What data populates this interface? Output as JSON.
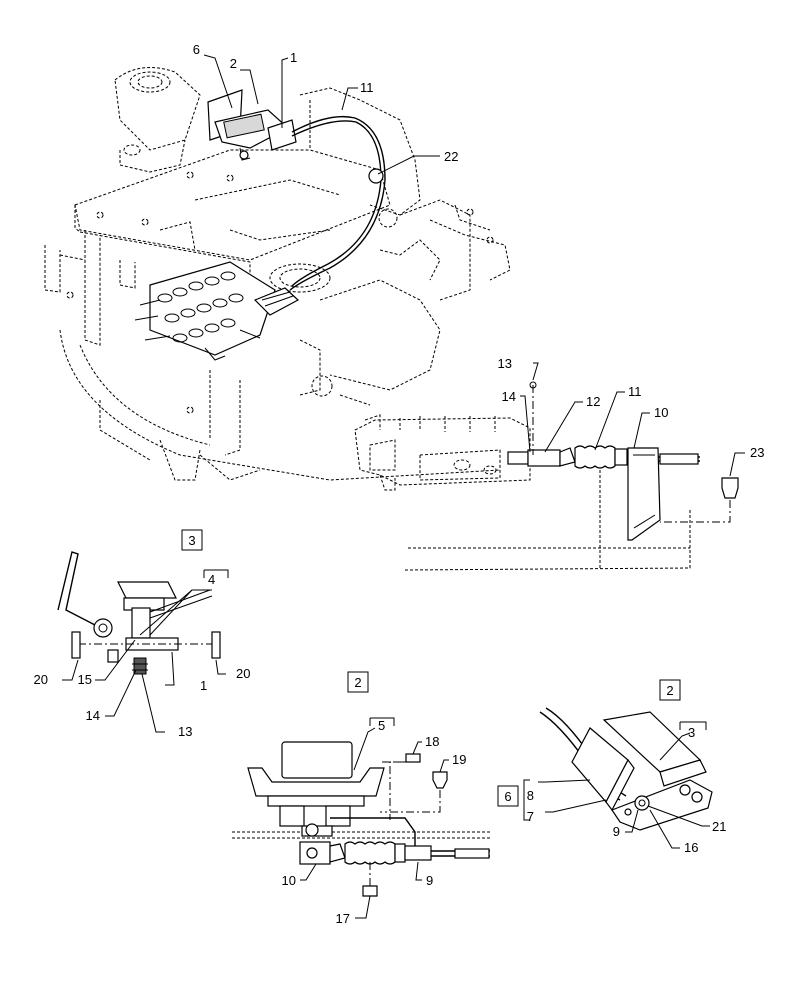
{
  "figure": {
    "callouts": {
      "c1_top": "1",
      "c2_top": "2",
      "c6_top": "6",
      "c11_top": "11",
      "c22": "22",
      "c13_valve": "13",
      "c14_valve": "14",
      "c12": "12",
      "c11_valve": "11",
      "c10_valve": "10",
      "c23": "23",
      "c4": "4",
      "c20_left": "20",
      "c15": "15",
      "c1_left": "1",
      "c20_right": "20",
      "c14_left": "14",
      "c13_left": "13",
      "c5": "5",
      "c18": "18",
      "c19": "19",
      "c10_bottom": "10",
      "c9_bottom": "9",
      "c17": "17",
      "c3_right": "3",
      "c8": "8",
      "c7": "7",
      "c9_right": "9",
      "c21": "21",
      "c16": "16"
    },
    "boxed_refs": {
      "box3": "3",
      "box2_center": "2",
      "box2_right": "2",
      "box6": "6"
    }
  }
}
